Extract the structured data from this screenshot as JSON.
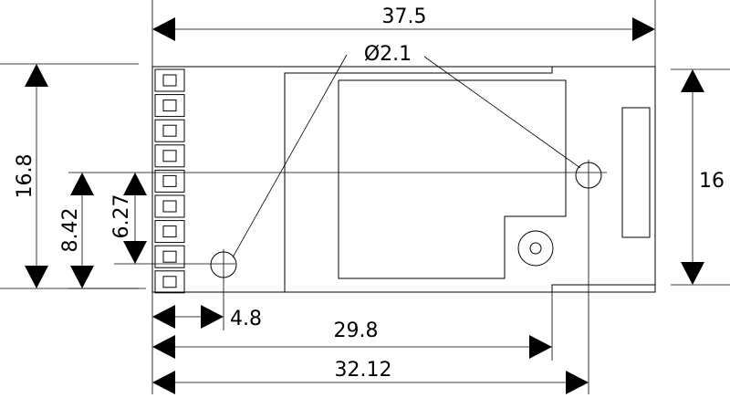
{
  "dimensions": {
    "overall_length": "37.5",
    "hole_diameter": "Ø2.1",
    "board_width_left": "16.8",
    "board_width_right": "16",
    "hole_offset_y_from_bottom": "8.42",
    "pin_offset_y": "6.27",
    "hole_offset_x": "4.8",
    "module_length": "29.8",
    "second_hole_offset_x": "32.12"
  },
  "header_pin_count": 9,
  "mounting_hole_count": 2
}
